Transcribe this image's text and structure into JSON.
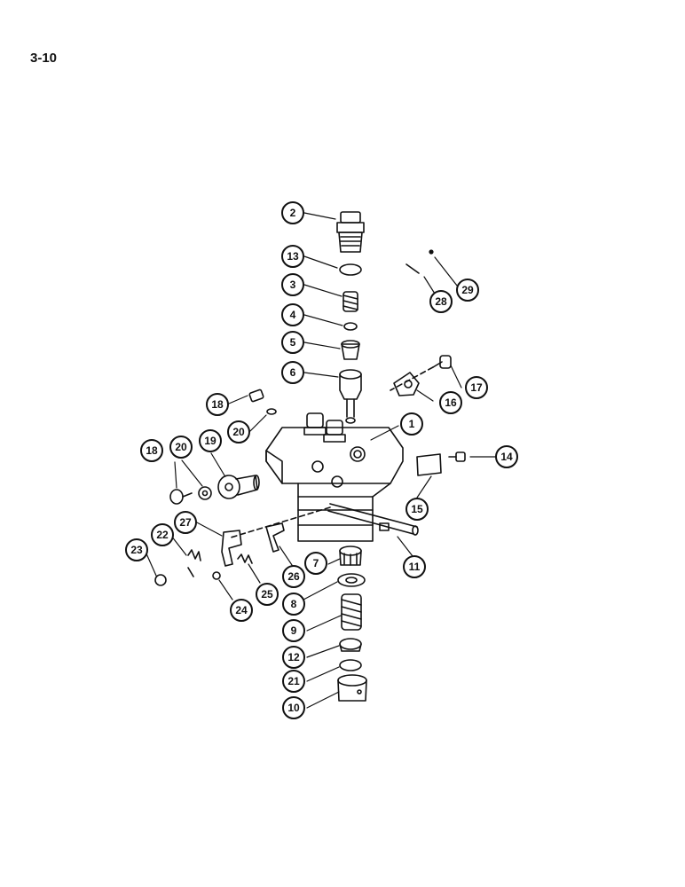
{
  "page": {
    "number": "3-10"
  },
  "callouts": [
    {
      "id": "c1",
      "label": "1"
    },
    {
      "id": "c2",
      "label": "2"
    },
    {
      "id": "c3",
      "label": "3"
    },
    {
      "id": "c4",
      "label": "4"
    },
    {
      "id": "c5",
      "label": "5"
    },
    {
      "id": "c6",
      "label": "6"
    },
    {
      "id": "c7",
      "label": "7"
    },
    {
      "id": "c8",
      "label": "8"
    },
    {
      "id": "c9",
      "label": "9"
    },
    {
      "id": "c10",
      "label": "10"
    },
    {
      "id": "c11",
      "label": "11"
    },
    {
      "id": "c12",
      "label": "12"
    },
    {
      "id": "c13",
      "label": "13"
    },
    {
      "id": "c14",
      "label": "14"
    },
    {
      "id": "c15",
      "label": "15"
    },
    {
      "id": "c16",
      "label": "16"
    },
    {
      "id": "c17",
      "label": "17"
    },
    {
      "id": "c18a",
      "label": "18"
    },
    {
      "id": "c18b",
      "label": "18"
    },
    {
      "id": "c19",
      "label": "19"
    },
    {
      "id": "c20a",
      "label": "20"
    },
    {
      "id": "c20b",
      "label": "20"
    },
    {
      "id": "c21",
      "label": "21"
    },
    {
      "id": "c22",
      "label": "22"
    },
    {
      "id": "c23",
      "label": "23"
    },
    {
      "id": "c24",
      "label": "24"
    },
    {
      "id": "c25",
      "label": "25"
    },
    {
      "id": "c26",
      "label": "26"
    },
    {
      "id": "c27",
      "label": "27"
    },
    {
      "id": "c28",
      "label": "28"
    },
    {
      "id": "c29",
      "label": "29"
    }
  ]
}
